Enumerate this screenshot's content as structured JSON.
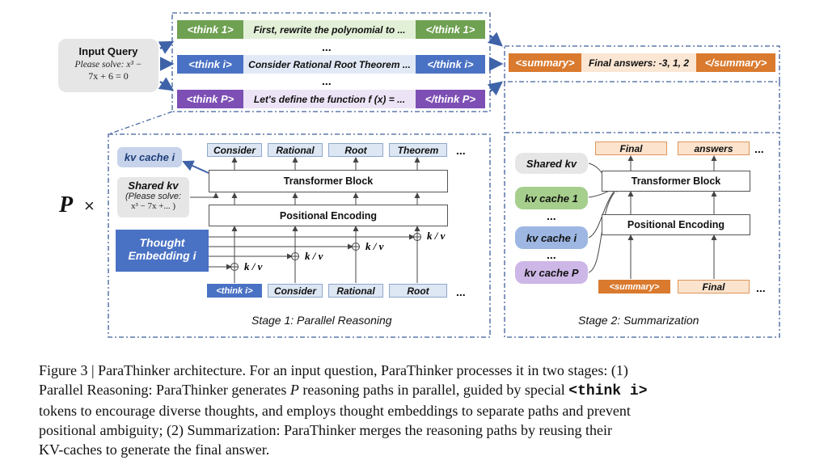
{
  "input_query": {
    "title": "Input Query",
    "line1": "Please solve: x³ −",
    "line2": "7x + 6 = 0"
  },
  "paths": [
    {
      "open": "<think 1>",
      "text": "First, rewrite the polynomial to ...",
      "close": "</think 1>"
    },
    {
      "open": "<think i>",
      "text": "Consider Rational Root Theorem ...",
      "close": "</think i>"
    },
    {
      "open": "<think P>",
      "text": "Let's define the function f (x) = ...",
      "close": "</think P>"
    }
  ],
  "ellipsis": "...",
  "summary_bar": {
    "open": "<summary>",
    "text": "Final answers: -3, 1, 2",
    "close": "</summary>"
  },
  "stage1": {
    "multiplier_symbol": "P",
    "multiplier_times": "×",
    "kv_cache_i": "kv cache i",
    "shared_kv_title": "Shared kv",
    "shared_kv_sub1": "(Please solve:",
    "shared_kv_sub2": "x³ − 7x +... )",
    "thought_embedding_1": "Thought",
    "thought_embedding_2": "Embedding i",
    "transformer": "Transformer Block",
    "positional": "Positional Encoding",
    "outputs": [
      "Consider",
      "Rational",
      "Root",
      "Theorem"
    ],
    "inputs": [
      "<think i>",
      "Consider",
      "Rational",
      "Root"
    ],
    "kv_label": "k / v",
    "label": "Stage 1: Parallel Reasoning"
  },
  "stage2": {
    "shared_kv": "Shared kv",
    "kv_cache_1": "kv cache 1",
    "kv_cache_i": "kv cache i",
    "kv_cache_p": "kv cache P",
    "transformer": "Transformer Block",
    "positional": "Positional Encoding",
    "outputs": [
      "Final",
      "answers"
    ],
    "inputs": [
      "<summary>",
      "Final"
    ],
    "label": "Stage 2: Summarization"
  },
  "caption": {
    "line1": "Figure 3 | ParaThinker architecture. For an input question, ParaThinker processes it in two stages: (1)",
    "line2_a": "Parallel Reasoning: ParaThinker generates ",
    "line2_var": "P",
    "line2_b": " reasoning paths in parallel, guided by special ",
    "line2_code": "<think i>",
    "line3": "tokens to encourage diverse thoughts, and employs thought embeddings to separate paths and prevent",
    "line4": "positional ambiguity; (2) Summarization: ParaThinker merges the reasoning paths by reusing their",
    "line5": "KV-caches to generate the final answer."
  },
  "colors": {
    "green": "#6fa152",
    "blue": "#4a72c4",
    "purple": "#7d4fb4",
    "orange": "#d97a2f",
    "light_green_mid": "#e3f0d8",
    "light_blue_mid": "#e2e9f6",
    "light_purple_mid": "#ece4f6",
    "light_orange_mid": "#fbe6d3",
    "dash_border": "#3f5f9a"
  }
}
